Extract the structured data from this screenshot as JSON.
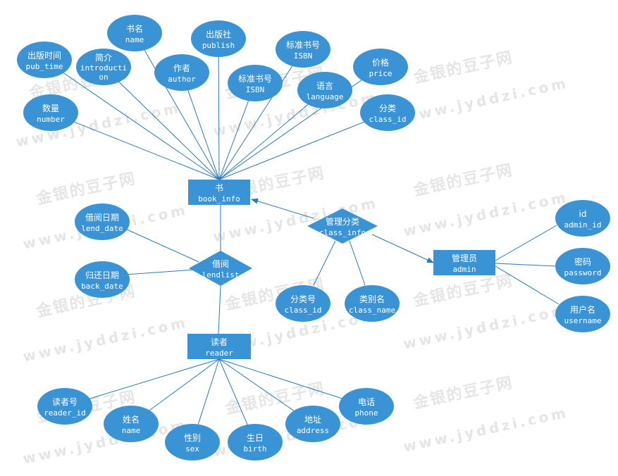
{
  "colors": {
    "fill": "#3a93d5",
    "line": "#2a78b8",
    "text": "#ffffff",
    "watermark": "#b4b4b4"
  },
  "watermark": {
    "cn": "金银的豆子网",
    "en": "www.jyddzi.com"
  },
  "entities": [
    {
      "id": "book",
      "cn": "书",
      "en": "book_info"
    },
    {
      "id": "reader",
      "cn": "读者",
      "en": "reader"
    },
    {
      "id": "admin",
      "cn": "管理员",
      "en": "admin"
    }
  ],
  "relationships": [
    {
      "id": "lendlist",
      "cn": "借阅",
      "en": "lendlist"
    },
    {
      "id": "classinfo",
      "cn": "管理分类",
      "en": "class_info"
    }
  ],
  "attributes": [
    {
      "id": "pub_time",
      "cn": "出版时间",
      "en": "pub_time"
    },
    {
      "id": "introduction",
      "cn": "简介",
      "en": "introducti",
      "en2": "on"
    },
    {
      "id": "name",
      "cn": "书名",
      "en": "name"
    },
    {
      "id": "author",
      "cn": "作者",
      "en": "author"
    },
    {
      "id": "publish",
      "cn": "出版社",
      "en": "publish"
    },
    {
      "id": "isbn1",
      "cn": "标准书号",
      "en": "ISBN"
    },
    {
      "id": "isbn2",
      "cn": "标准书号",
      "en": "ISBN"
    },
    {
      "id": "language",
      "cn": "语言",
      "en": "language"
    },
    {
      "id": "price",
      "cn": "价格",
      "en": "price"
    },
    {
      "id": "number",
      "cn": "数量",
      "en": "number"
    },
    {
      "id": "book_class_id",
      "cn": "分类",
      "en": "class_id"
    },
    {
      "id": "lend_date",
      "cn": "借阅日期",
      "en": "lend_date"
    },
    {
      "id": "back_date",
      "cn": "归还日期",
      "en": "back_date"
    },
    {
      "id": "class_id",
      "cn": "分类号",
      "en": "class_id"
    },
    {
      "id": "class_name",
      "cn": "类别名",
      "en": "class_name"
    },
    {
      "id": "admin_id",
      "cn": "id",
      "en": "admin_id"
    },
    {
      "id": "password",
      "cn": "密码",
      "en": "password"
    },
    {
      "id": "username",
      "cn": "用户名",
      "en": "username"
    },
    {
      "id": "reader_id",
      "cn": "读者号",
      "en": "reader_id"
    },
    {
      "id": "reader_name",
      "cn": "姓名",
      "en": "name"
    },
    {
      "id": "sex",
      "cn": "性别",
      "en": "sex"
    },
    {
      "id": "birth",
      "cn": "生日",
      "en": "birth"
    },
    {
      "id": "address",
      "cn": "地址",
      "en": "address"
    },
    {
      "id": "phone",
      "cn": "电话",
      "en": "phone"
    }
  ],
  "edges": [
    {
      "from": "pub_time",
      "to": "book"
    },
    {
      "from": "introduction",
      "to": "book"
    },
    {
      "from": "name",
      "to": "book"
    },
    {
      "from": "author",
      "to": "book"
    },
    {
      "from": "publish",
      "to": "book"
    },
    {
      "from": "isbn1",
      "to": "book"
    },
    {
      "from": "isbn2",
      "to": "book"
    },
    {
      "from": "language",
      "to": "book"
    },
    {
      "from": "price",
      "to": "book"
    },
    {
      "from": "number",
      "to": "book"
    },
    {
      "from": "book_class_id",
      "to": "book"
    },
    {
      "from": "lendlist",
      "to": "book"
    },
    {
      "from": "lendlist",
      "to": "reader"
    },
    {
      "from": "lend_date",
      "to": "lendlist"
    },
    {
      "from": "back_date",
      "to": "lendlist"
    },
    {
      "from": "classinfo",
      "to": "book",
      "arrow": true
    },
    {
      "from": "classinfo",
      "to": "admin",
      "arrow": true
    },
    {
      "from": "class_id",
      "to": "classinfo"
    },
    {
      "from": "class_name",
      "to": "classinfo"
    },
    {
      "from": "admin_id",
      "to": "admin"
    },
    {
      "from": "password",
      "to": "admin"
    },
    {
      "from": "username",
      "to": "admin"
    },
    {
      "from": "reader_id",
      "to": "reader"
    },
    {
      "from": "reader_name",
      "to": "reader"
    },
    {
      "from": "sex",
      "to": "reader"
    },
    {
      "from": "birth",
      "to": "reader"
    },
    {
      "from": "address",
      "to": "reader"
    },
    {
      "from": "phone",
      "to": "reader"
    }
  ]
}
